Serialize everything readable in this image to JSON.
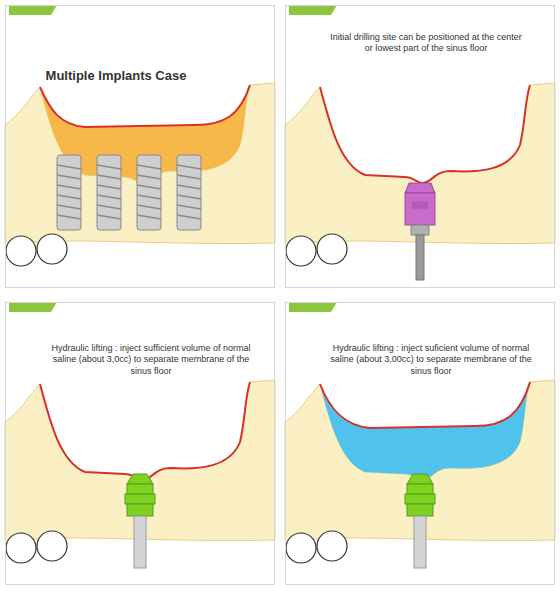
{
  "diagram": {
    "nodes": [
      {
        "text": [
          "Multiple Implants Case"
        ]
      },
      {
        "text": [
          "Initial drilling site can be positioned at the center or lowest part of the sinus floor"
        ]
      },
      {
        "text": [
          "Hydraulic lifting : inject sufficient volume of normal saline (about 3,0cc) to separate membrane of the sinus floor"
        ]
      },
      {
        "text": [
          "Hydraulic lifting : inject suficient volume of normal saline (about 3,00cc) to separate membrane of the sinus floor"
        ]
      }
    ]
  }
}
